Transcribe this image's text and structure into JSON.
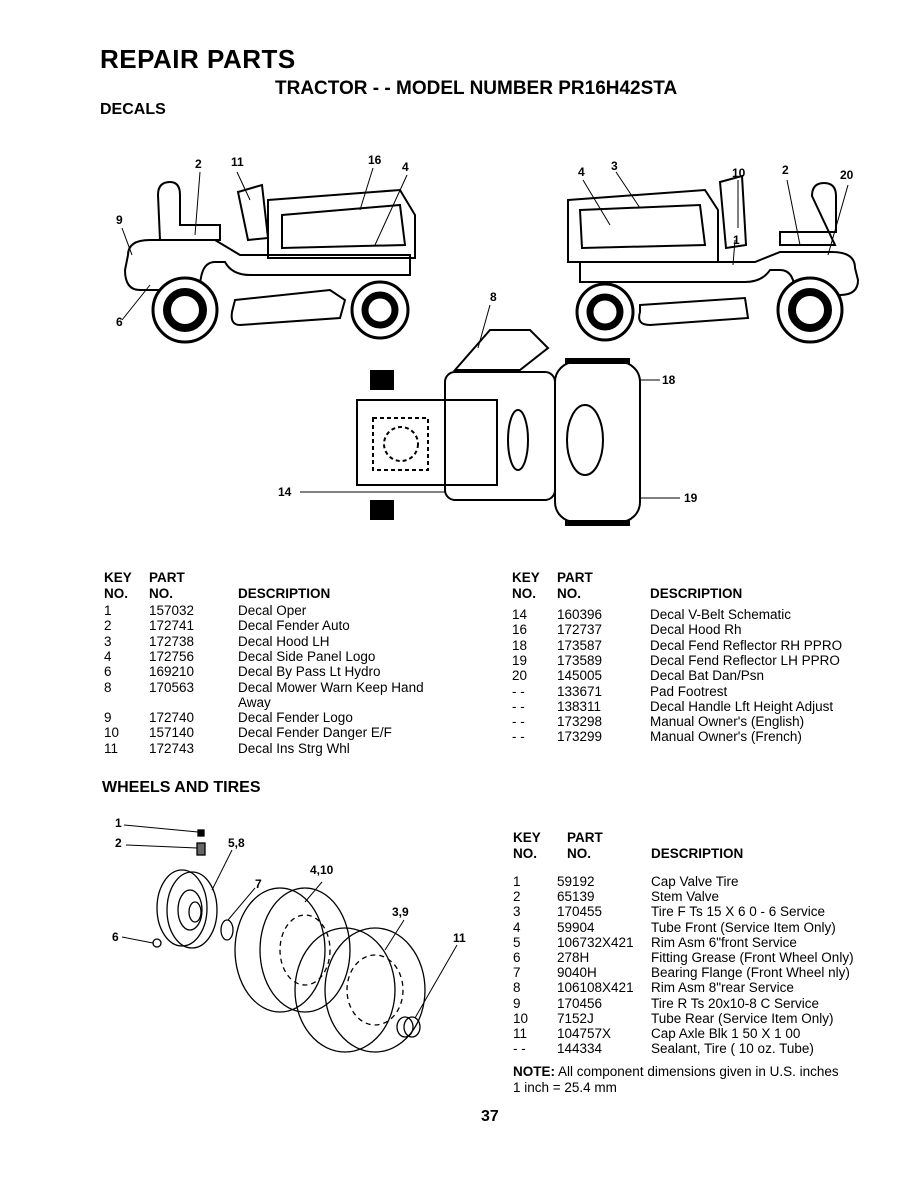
{
  "header": {
    "title": "REPAIR PARTS",
    "subtitle": "TRACTOR - - MODEL NUMBER PR16H42STA",
    "section_decals": "DECALS",
    "section_wheels": "WHEELS AND TIRES"
  },
  "decal_callouts": [
    "2",
    "11",
    "16",
    "4",
    "9",
    "6",
    "4",
    "3",
    "10",
    "2",
    "20",
    "1",
    "8",
    "18",
    "14",
    "19"
  ],
  "table_headers": {
    "key": "KEY",
    "no": "NO.",
    "part": "PART",
    "part_no": "NO.",
    "description": "DESCRIPTION"
  },
  "decals_left": [
    {
      "key": "1",
      "part": "157032",
      "desc": "Decal Oper"
    },
    {
      "key": "2",
      "part": "172741",
      "desc": "Decal Fender Auto"
    },
    {
      "key": "3",
      "part": "172738",
      "desc": "Decal Hood LH"
    },
    {
      "key": "4",
      "part": "172756",
      "desc": "Decal Side Panel Logo"
    },
    {
      "key": "6",
      "part": "169210",
      "desc": "Decal By Pass Lt Hydro"
    },
    {
      "key": "8",
      "part": "170563",
      "desc": "Decal Mower Warn Keep Hand"
    },
    {
      "key": "",
      "part": "",
      "desc": "Away"
    },
    {
      "key": "9",
      "part": "172740",
      "desc": "Decal Fender Logo"
    },
    {
      "key": "10",
      "part": "157140",
      "desc": "Decal Fender Danger E/F"
    },
    {
      "key": "11",
      "part": "172743",
      "desc": "Decal Ins Strg Whl"
    }
  ],
  "decals_right": [
    {
      "key": "14",
      "part": "160396",
      "desc": "Decal V-Belt Schematic"
    },
    {
      "key": "16",
      "part": "172737",
      "desc": "Decal Hood Rh"
    },
    {
      "key": "18",
      "part": "173587",
      "desc": "Decal Fend Reflector RH PPRO"
    },
    {
      "key": "19",
      "part": "173589",
      "desc": "Decal Fend Reflector LH PPRO"
    },
    {
      "key": "20",
      "part": "145005",
      "desc": "Decal Bat Dan/Psn"
    },
    {
      "key": "- -",
      "part": "133671",
      "desc": "Pad Footrest"
    },
    {
      "key": "- -",
      "part": "138311",
      "desc": "Decal Handle Lft Height Adjust"
    },
    {
      "key": "- -",
      "part": "173298",
      "desc": "Manual Owner's (English)"
    },
    {
      "key": "- -",
      "part": "173299",
      "desc": "Manual Owner's (French)"
    }
  ],
  "wheel_callouts": [
    "1",
    "2",
    "5,8",
    "7",
    "6",
    "4,10",
    "3,9",
    "11"
  ],
  "wheels": [
    {
      "key": "1",
      "part": "59192",
      "desc": "Cap Valve Tire"
    },
    {
      "key": "2",
      "part": "65139",
      "desc": "Stem Valve"
    },
    {
      "key": "3",
      "part": "170455",
      "desc": "Tire F Ts 15 X 6 0 - 6 Service"
    },
    {
      "key": "4",
      "part": "59904",
      "desc": "Tube Front (Service Item Only)"
    },
    {
      "key": "5",
      "part": "106732X421",
      "desc": "Rim Asm 6\"front Service"
    },
    {
      "key": "6",
      "part": "278H",
      "desc": "Fitting Grease (Front Wheel Only)"
    },
    {
      "key": "7",
      "part": "9040H",
      "desc": "Bearing Flange (Front Wheel nly)"
    },
    {
      "key": "8",
      "part": "106108X421",
      "desc": "Rim Asm 8\"rear Service"
    },
    {
      "key": "9",
      "part": "170456",
      "desc": "Tire R Ts 20x10-8 C Service"
    },
    {
      "key": "10",
      "part": "7152J",
      "desc": "Tube Rear (Service Item Only)"
    },
    {
      "key": "11",
      "part": "104757X",
      "desc": "Cap Axle Blk 1 50 X 1 00"
    },
    {
      "key": "- -",
      "part": "144334",
      "desc": "Sealant, Tire ( 10 oz. Tube)"
    }
  ],
  "note": {
    "label": "NOTE:",
    "text": "All component dimensions given in U.S. inches",
    "conversion": "1 inch = 25.4 mm"
  },
  "page_number": "37"
}
